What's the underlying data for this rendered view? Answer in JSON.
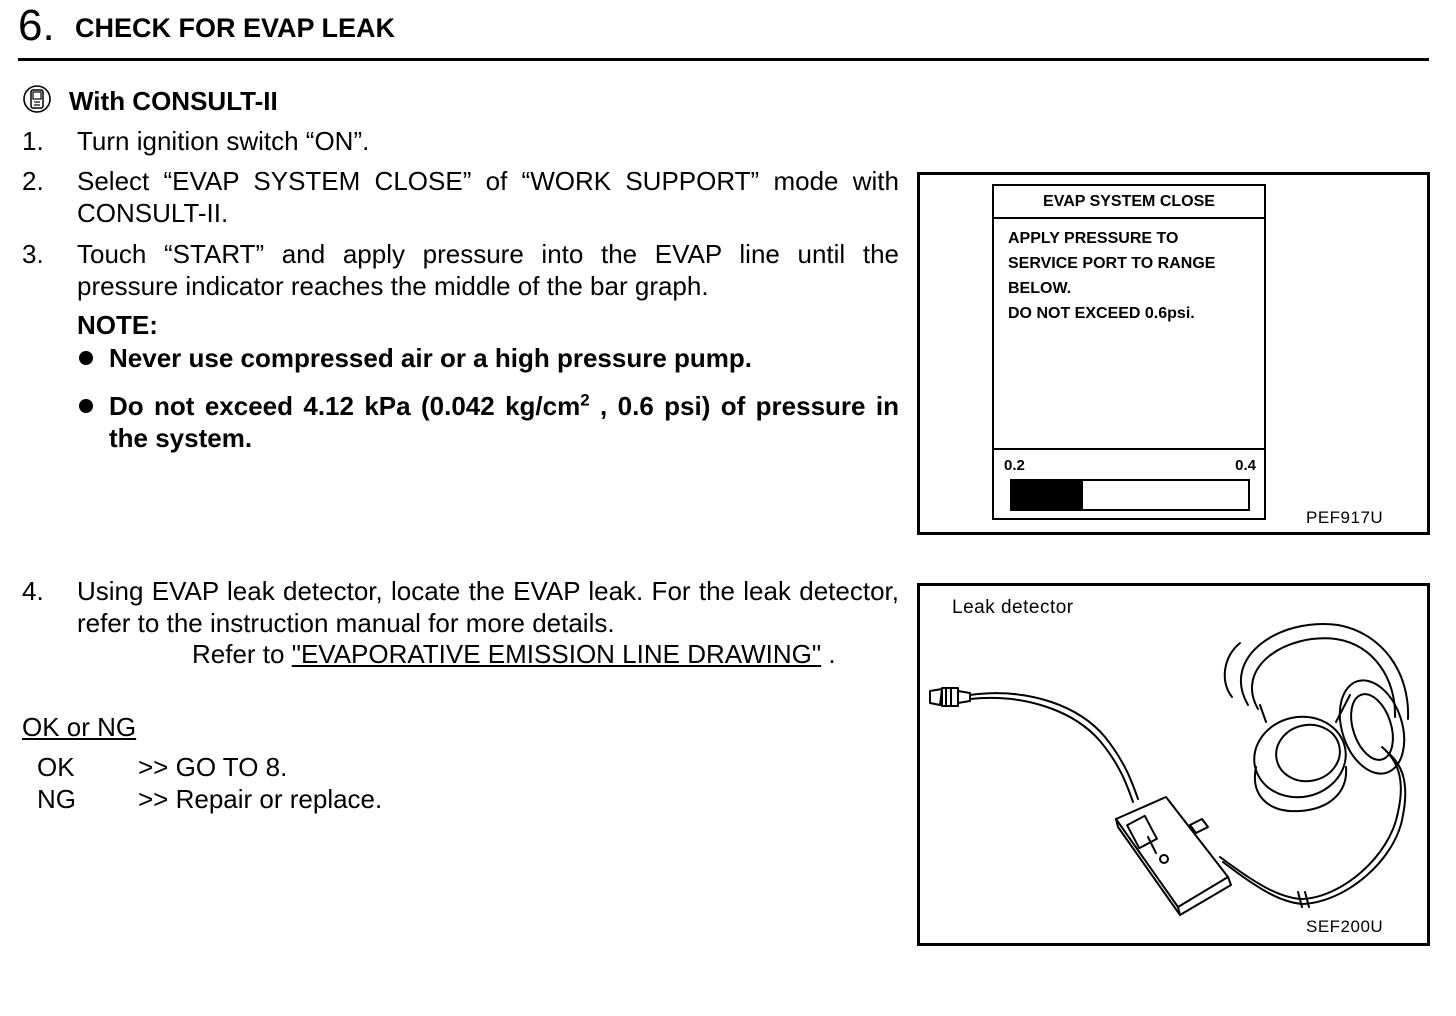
{
  "header": {
    "step_number": "6.",
    "title": "CHECK FOR EVAP LEAK"
  },
  "consult": {
    "icon": "consult-tester-icon",
    "label": "With CONSULT-II"
  },
  "steps": [
    {
      "num": "1.",
      "text": "Turn ignition switch “ON”."
    },
    {
      "num": "2.",
      "text": "Select “EVAP SYSTEM CLOSE” of “WORK SUPPORT” mode with CONSULT-II."
    },
    {
      "num": "3.",
      "text": "Touch “START” and apply pressure into the EVAP line until the pressure indicator reaches the middle of the bar graph."
    },
    {
      "num": "4.",
      "text": "Using EVAP leak detector, locate the EVAP leak. For the leak detector, refer to the instruction manual for more details."
    }
  ],
  "note": {
    "label": "NOTE:",
    "bullets": [
      "Never use compressed air or a high pressure pump.",
      {
        "pre": "Do not exceed 4.12 kPa (0.042 kg/cm",
        "sup": "2",
        "post": " , 0.6 psi) of pressure in the system."
      }
    ]
  },
  "reference": {
    "prefix": "Refer to ",
    "link_text": "\"EVAPORATIVE EMISSION LINE DRAWING\"",
    "suffix": " ."
  },
  "result": {
    "label": "OK or NG",
    "rows": [
      {
        "code": "OK",
        "action": ">> GO TO 8."
      },
      {
        "code": "NG",
        "action": ">> Repair or replace."
      }
    ]
  },
  "figure1": {
    "screen_title": "EVAP SYSTEM CLOSE",
    "lines": [
      "APPLY PRESSURE TO",
      "SERVICE PORT TO RANGE",
      "BELOW.",
      "DO NOT EXCEED 0.6psi."
    ],
    "gauge_min": "0.2",
    "gauge_max": "0.4",
    "gauge_fill_fraction": 0.3,
    "code": "PEF917U"
  },
  "figure2": {
    "label": "Leak  detector",
    "icon": "leak-detector-headphones-illustration",
    "code": "SEF200U"
  }
}
